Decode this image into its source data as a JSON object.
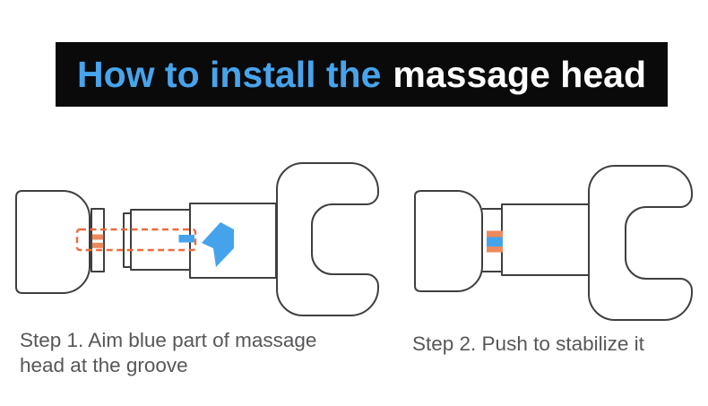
{
  "banner": {
    "highlight_text": "How to install the",
    "normal_text": "massage head",
    "bg_color": "#0a0a0a",
    "highlight_color": "#47a4ec",
    "normal_color": "#ffffff"
  },
  "steps": [
    {
      "label": "Step 1",
      "caption": "Step 1. Aim blue part of massage head at the groove",
      "lines": [
        "Step 1. Aim blue part of massage",
        "head at the groove"
      ]
    },
    {
      "label": "Step 2",
      "caption": "Step 2. Push to stabilize it",
      "lines": [
        "Step 2. Push to stabilize it"
      ]
    }
  ],
  "diagram": {
    "outline_color": "#3f3f3f",
    "accent_blue": "#45a3ec",
    "stripe_orange": "#ec8a5c",
    "dash_orange": "#ed6c3c",
    "caption_color": "#57575a",
    "icon_names": [
      "push-left-arrow-icon",
      "alignment-dashed-box",
      "groove-blue-mark",
      "collar-orange-stripes",
      "installed-band-orange-blue-orange"
    ]
  }
}
